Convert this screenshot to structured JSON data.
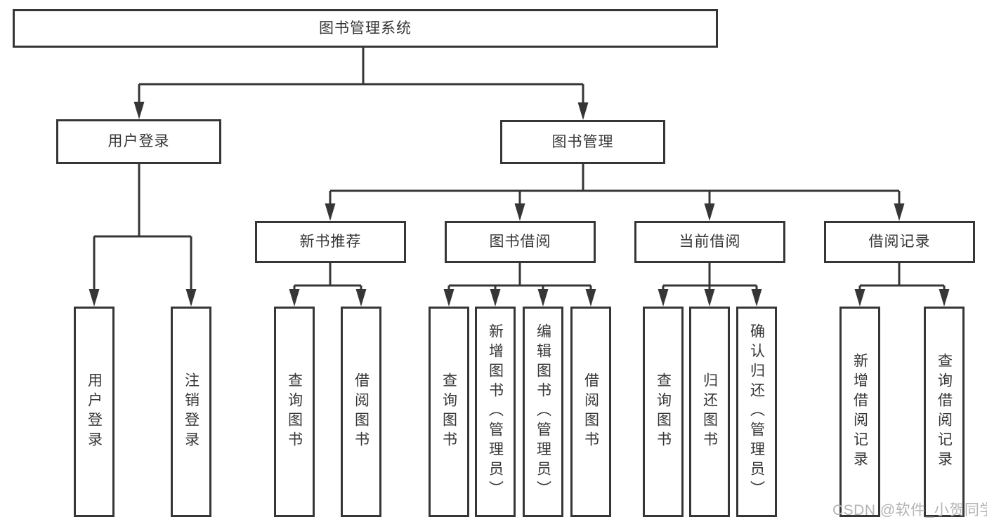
{
  "diagram_type": "feature-tree",
  "colors": {
    "line": "#363636",
    "text": "#363636",
    "box-fill": "#ffffff",
    "background": "#ffffff",
    "watermark": "#b4b4b4"
  },
  "tree": {
    "label": "图书管理系统",
    "children": [
      {
        "label": "用户登录",
        "children": [
          {
            "label": "用户登录"
          },
          {
            "label": "注销登录"
          }
        ]
      },
      {
        "label": "图书管理",
        "children": [
          {
            "label": "新书推荐",
            "children": [
              {
                "label": "查询图书"
              },
              {
                "label": "借阅图书"
              }
            ]
          },
          {
            "label": "图书借阅",
            "children": [
              {
                "label": "查询图书"
              },
              {
                "label": "新增图书（管理员）"
              },
              {
                "label": "编辑图书（管理员）"
              },
              {
                "label": "借阅图书"
              }
            ]
          },
          {
            "label": "当前借阅",
            "children": [
              {
                "label": "查询图书"
              },
              {
                "label": "归还图书"
              },
              {
                "label": "确认归还（管理员）"
              }
            ]
          },
          {
            "label": "借阅记录",
            "children": [
              {
                "label": "新增借阅记录"
              },
              {
                "label": "查询借阅记录"
              }
            ]
          }
        ]
      }
    ]
  },
  "watermark": {
    "text": "CSDN @软件_小贺同学"
  }
}
